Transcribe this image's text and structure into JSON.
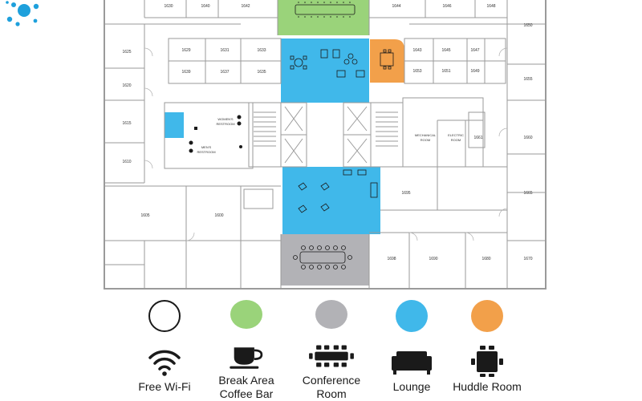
{
  "brand": {
    "logo_icon": "molecule-logo-icon",
    "logo_color": "#1ea0dc"
  },
  "colors": {
    "wall": "#9a9a9a",
    "lounge": "#40b8ea",
    "break_area": "#9ad37a",
    "conference": "#b2b2b6",
    "huddle": "#f2a04a",
    "free_wifi": "#ffffff"
  },
  "rooms": {
    "r1630": "1630",
    "r1640": "1640",
    "r1642": "1642",
    "r1644": "1644",
    "r1646": "1646",
    "r1648": "1648",
    "r1650": "1650",
    "r1625": "1625",
    "r1629": "1629",
    "r1631": "1631",
    "r1633": "1633",
    "r1639": "1639",
    "r1637": "1637",
    "r1635": "1635",
    "r1643": "1643",
    "r1645": "1645",
    "r1647": "1647",
    "r1653": "1653",
    "r1651": "1651",
    "r1649": "1649",
    "r1655": "1655",
    "r1620": "1620",
    "r1615": "1615",
    "r1610": "1610",
    "r1660": "1660",
    "r1661": "1661",
    "r1665": "1665",
    "r1695": "1695",
    "r1605": "1605",
    "r1600": "1600",
    "r1698": "1698",
    "r1690": "1690",
    "r1680": "1680",
    "r1670": "1670",
    "womens_restroom_1": "WOMEN'S",
    "womens_restroom_2": "RESTROOM",
    "mens_restroom_1": "MEN'S",
    "mens_restroom_2": "RESTROOM",
    "mechanical_1": "MECHANICAL",
    "mechanical_2": "ROOM",
    "electric_1": "ELECTRIC",
    "electric_2": "ROOM"
  },
  "legend": [
    {
      "label": "Free Wi-Fi",
      "icon": "wifi-icon",
      "color": "#ffffff"
    },
    {
      "label": "Break Area Coffee Bar",
      "icon": "coffee-cup-icon",
      "color": "#9ad37a"
    },
    {
      "label": "Conference Room",
      "icon": "conference-table-icon",
      "color": "#b2b2b6"
    },
    {
      "label": "Lounge",
      "icon": "sofa-icon",
      "color": "#40b8ea"
    },
    {
      "label": "Huddle Room",
      "icon": "huddle-table-icon",
      "color": "#f2a04a"
    }
  ]
}
